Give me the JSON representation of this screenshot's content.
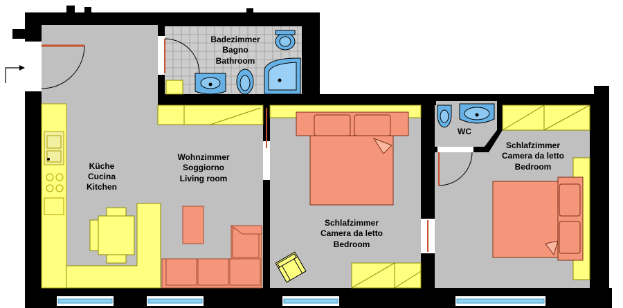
{
  "rooms": {
    "bathroom": {
      "line1": "Badezimmer",
      "line2": "Bagno",
      "line3": "Bathroom"
    },
    "kitchen": {
      "line1": "Küche",
      "line2": "Cucina",
      "line3": "Kitchen"
    },
    "living": {
      "line1": "Wohnzimmer",
      "line2": "Soggiorno",
      "line3": "Living room"
    },
    "bedroom1": {
      "line1": "Schlafzimmer",
      "line2": "Camera da letto",
      "line3": "Bedroom"
    },
    "wc": {
      "line1": "WC"
    },
    "bedroom2": {
      "line1": "Schlafzimmer",
      "line2": "Camera da letto",
      "line3": "Bedroom"
    }
  },
  "colors": {
    "wall": "#000000",
    "floor": "#c0c0c0",
    "furniture_yellow": "#ffff80",
    "furniture_salmon": "#f5967a",
    "sanitary_blue": "#66b2e6",
    "door_red": "#c8502d",
    "window_blue": "#8fd3f0"
  }
}
